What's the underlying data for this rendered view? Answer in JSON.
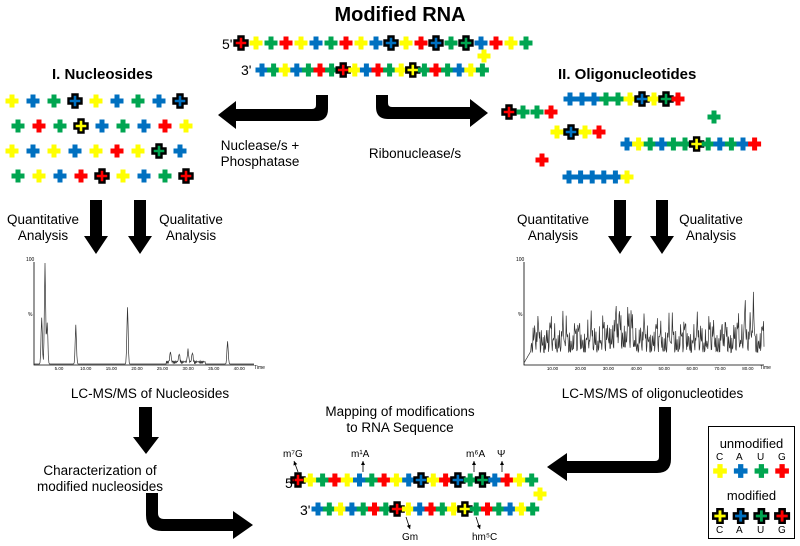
{
  "title": "Modified RNA",
  "sections": {
    "nucleosides": "I. Nucleosides",
    "oligonucleotides": "II. Oligonucleotides"
  },
  "strand_labels": {
    "five_prime": "5'",
    "three_prime": "3'"
  },
  "arrows": {
    "left_line1": "Nuclease/s +",
    "left_line2": "Phosphatase",
    "right": "Ribonuclease/s"
  },
  "analysis": {
    "quantitative_1": "Quantitative",
    "quantitative_2": "Analysis",
    "qualitative_1": "Qualitative",
    "qualitative_2": "Analysis"
  },
  "chromatograms": {
    "left_caption": "LC-MS/MS of Nucleosides",
    "right_caption": "LC-MS/MS of oligonucleotides",
    "y_top": "100",
    "y_mid": "%",
    "x_unit": "Time",
    "left_ticks": [
      "5.00",
      "10.00",
      "15.00",
      "20.00",
      "25.00",
      "30.00",
      "35.00",
      "40.00"
    ],
    "right_ticks": [
      "10.00",
      "20.00",
      "30.00",
      "40.00",
      "50.00",
      "60.00",
      "70.00",
      "80.00"
    ]
  },
  "characterization": {
    "line1": "Characterization of",
    "line2": "modified nucleosides"
  },
  "mapping": {
    "line1": "Mapping of modifications",
    "line2": "to RNA Sequence"
  },
  "modifications": {
    "m7G": "m⁷G",
    "m1A": "m¹A",
    "m6A": "m⁶A",
    "psi": "Ψ",
    "Gm": "Gm",
    "hm5C": "hm⁵C"
  },
  "legend": {
    "unmodified": "unmodified",
    "modified": "modified",
    "letters": [
      "C",
      "A",
      "U",
      "G"
    ]
  },
  "colors": {
    "C": "#ffff00",
    "A": "#0070c0",
    "U": "#00a550",
    "G": "#ff0000",
    "modified_outline": "#000000",
    "arrow": "#000000"
  }
}
